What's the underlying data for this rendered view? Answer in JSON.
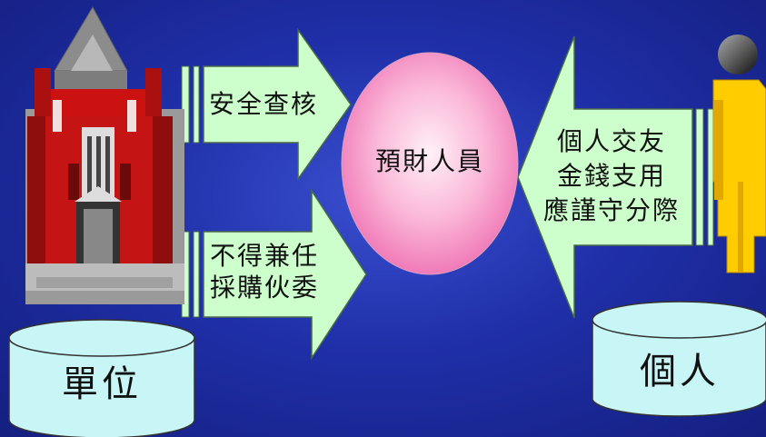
{
  "colors": {
    "background": "#1f2fa8",
    "arrow_fill": "#ccffcc",
    "circle_center": "#ffe6f2",
    "circle_edge": "#f06fb0",
    "cylinder_body": "#c8f5f5",
    "building_red": "#cc1111",
    "person_yellow": "#ffcc00"
  },
  "left_top_arrow": {
    "text": "安全查核"
  },
  "left_bottom_arrow": {
    "lines": [
      "不得兼任",
      "採購伙委"
    ]
  },
  "center_circle": {
    "text": "預財人員"
  },
  "right_arrow": {
    "lines": [
      "個人交友",
      "金錢支用",
      "應謹守分際"
    ]
  },
  "left_cylinder": {
    "text": "單位"
  },
  "right_cylinder": {
    "text": "個人"
  },
  "icons": {
    "building": "building-icon",
    "person": "person-icon"
  }
}
